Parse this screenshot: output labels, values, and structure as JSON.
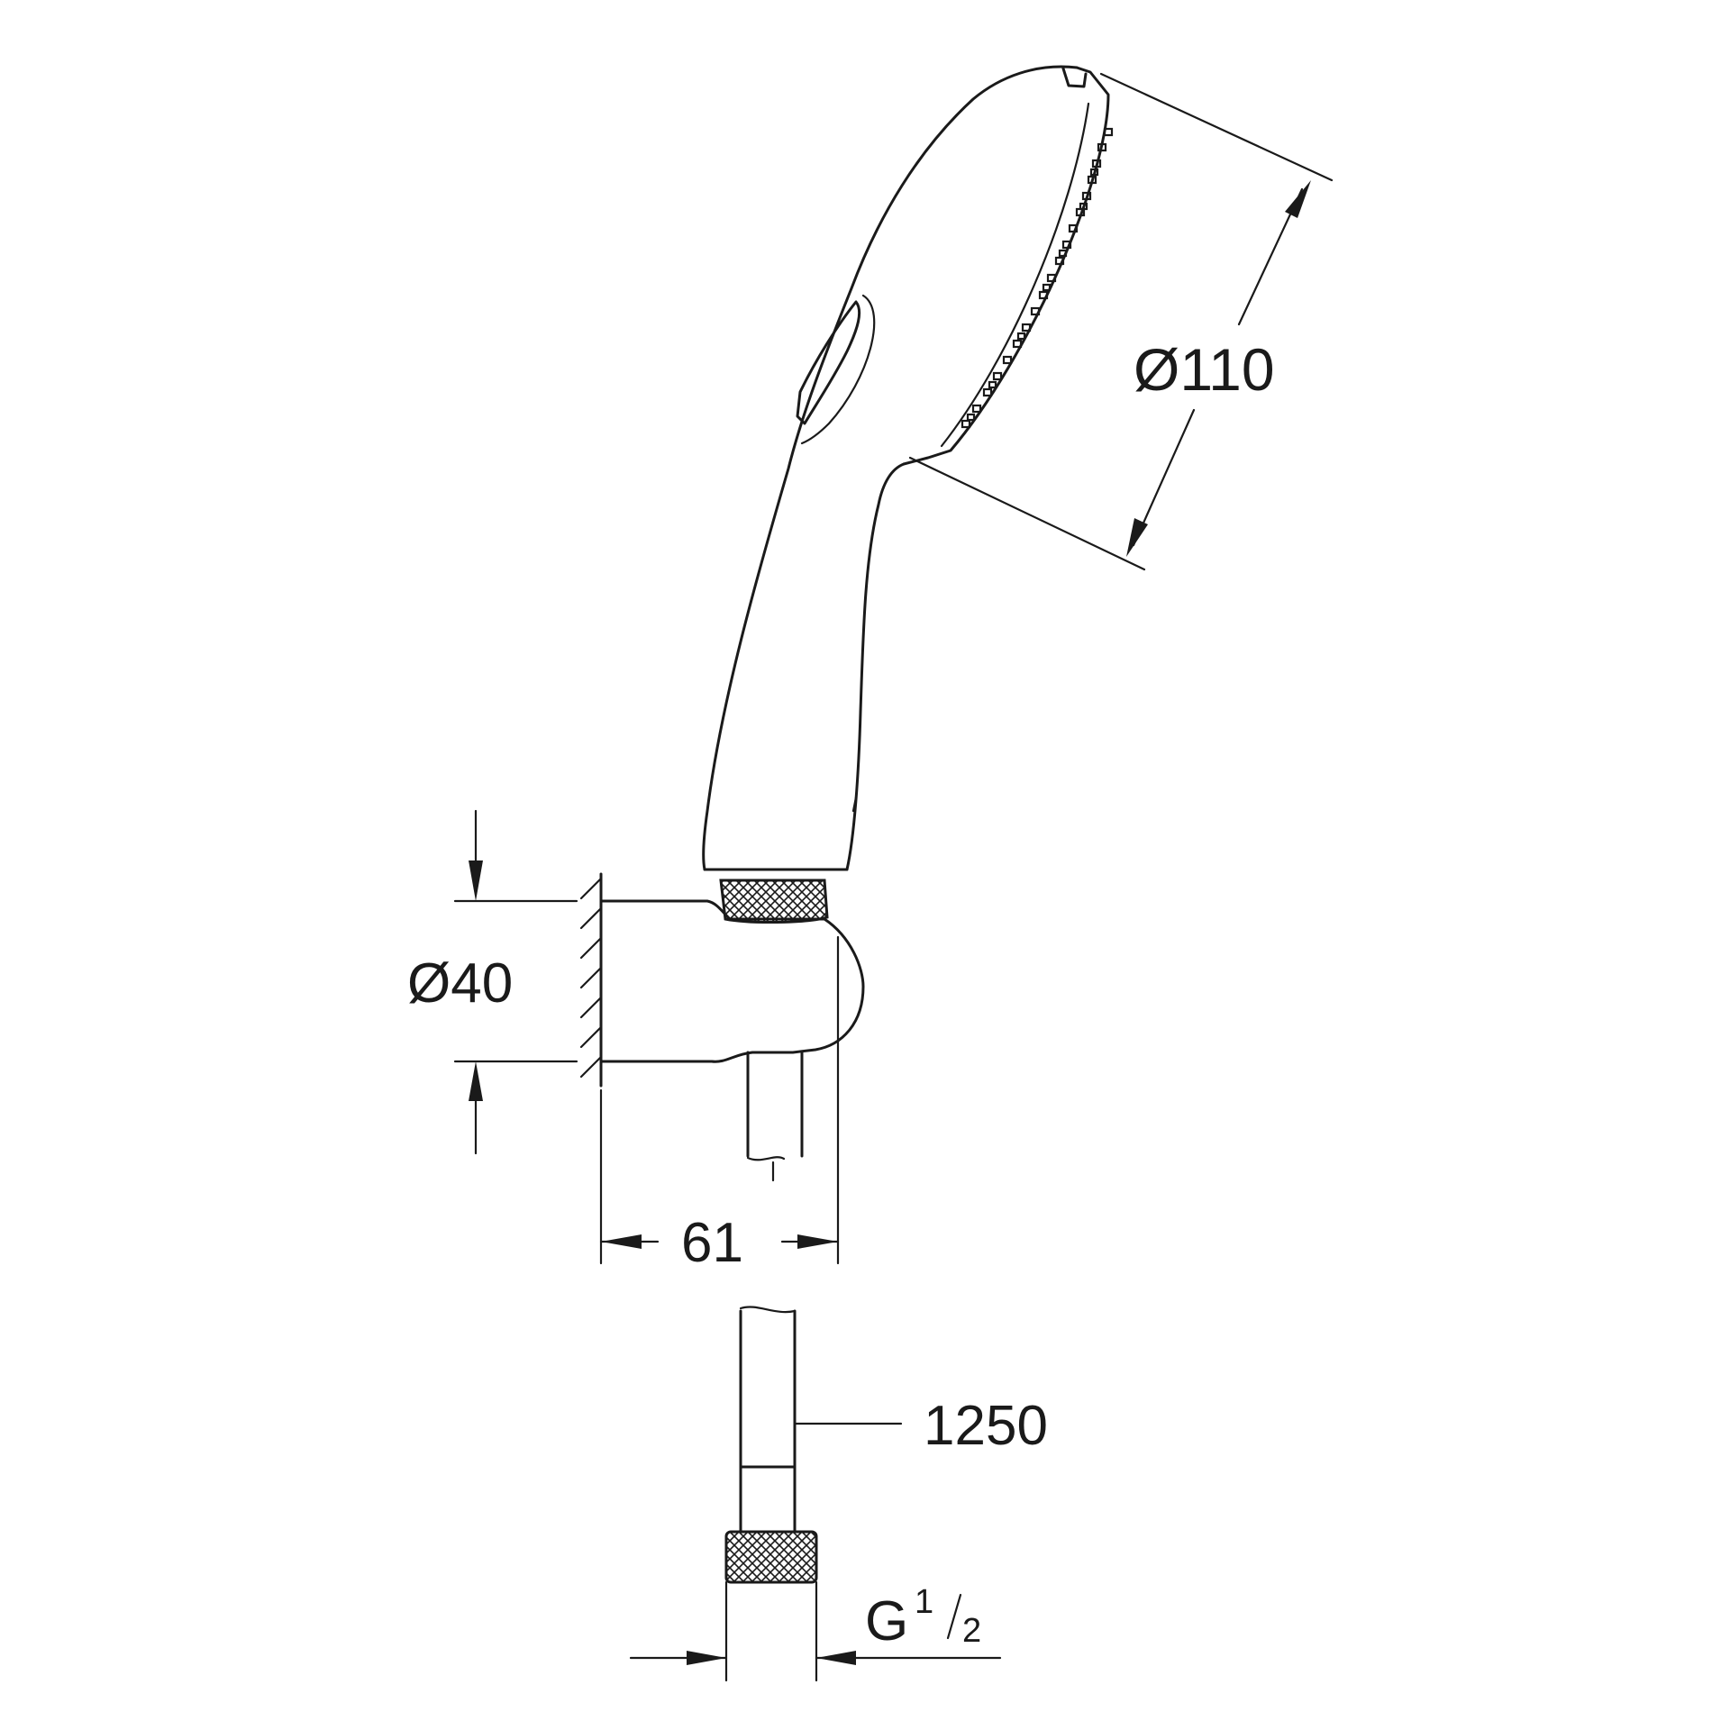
{
  "dimensions": {
    "head_diameter": "Ø110",
    "holder_diameter": "Ø40",
    "holder_depth": "61",
    "hose_length": "1250",
    "thread_letter": "G",
    "thread_numerator": "1",
    "thread_denominator": "2"
  },
  "colors": {
    "line": "#1a1a1a",
    "background": "#ffffff"
  }
}
